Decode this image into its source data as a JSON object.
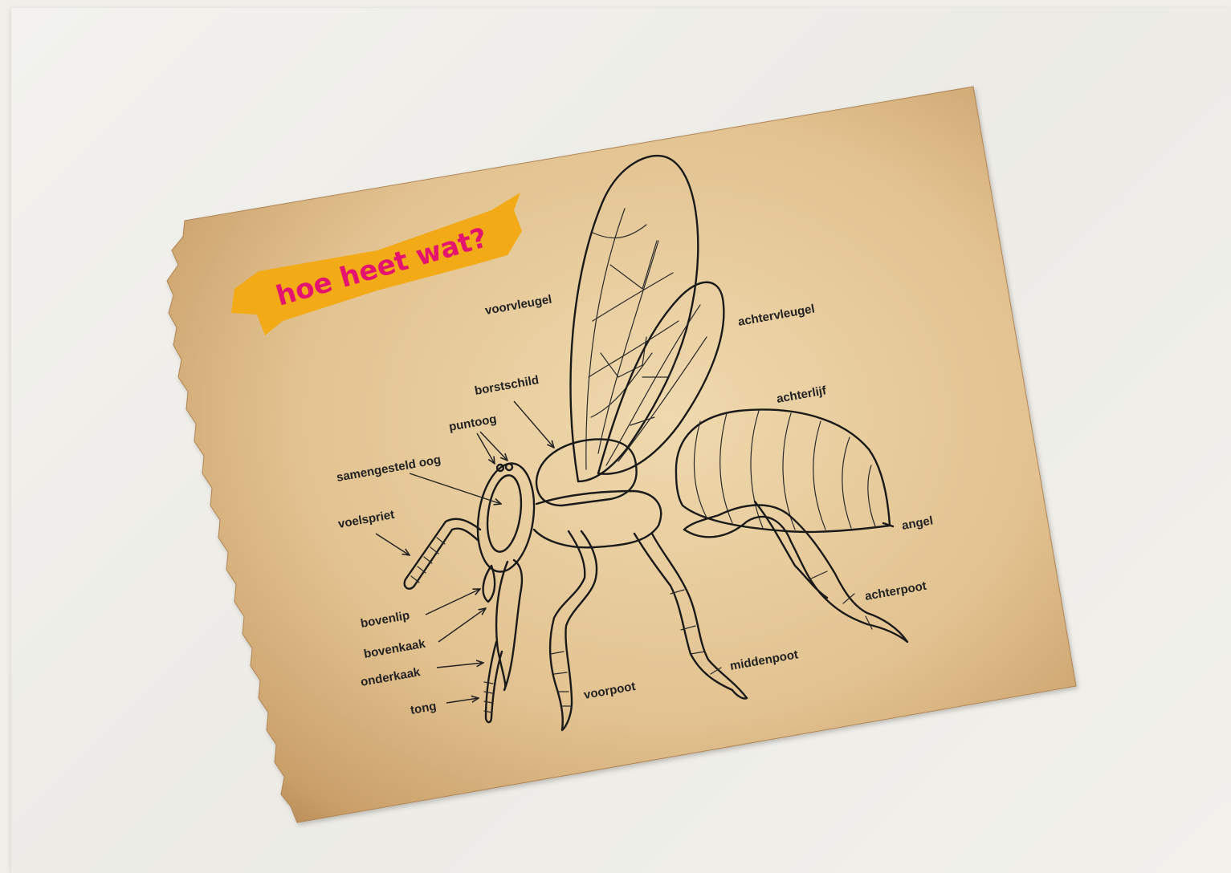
{
  "title": "hoe heet wat?",
  "labels": {
    "voorvleugel": "voorvleugel",
    "achtervleugel": "achtervleugel",
    "borstschild": "borstschild",
    "achterlijf": "achterlijf",
    "puntoog": "puntoog",
    "samengesteld_oog": "samengesteld oog",
    "voelspriet": "voelspriet",
    "angel": "angel",
    "achterpoot": "achterpoot",
    "bovenlip": "bovenlip",
    "bovenkaak": "bovenkaak",
    "onderkaak": "onderkaak",
    "tong": "tong",
    "middenpoot": "middenpoot",
    "voorpoot": "voorpoot"
  },
  "colors": {
    "title": "#e4136f",
    "title_band": "#f2ab16",
    "paper": "#e6c896",
    "line": "#1a1a1a"
  }
}
